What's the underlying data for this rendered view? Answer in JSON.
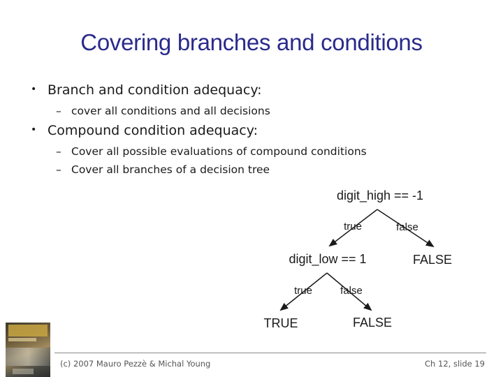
{
  "slide": {
    "title": "Covering branches and conditions",
    "bullets": [
      {
        "text": "Branch and condition adequacy:",
        "subitems": [
          "cover all conditions and all decisions"
        ]
      },
      {
        "text": "Compound condition adequacy:",
        "subitems": [
          "Cover all possible evaluations of compound conditions",
          "Cover all branches of a decision tree"
        ]
      }
    ],
    "bullet_symbol": "•",
    "dash_symbol": "–"
  },
  "tree": {
    "root": "digit_high == -1",
    "root_true_label": "true",
    "root_false_label": "false",
    "inner": "digit_low == 1",
    "root_false_leaf": "FALSE",
    "inner_true_label": "true",
    "inner_false_label": "false",
    "inner_true_leaf": "TRUE",
    "inner_false_leaf": "FALSE"
  },
  "footer": {
    "copyright": "(c) 2007 Mauro Pezzè & Michal Young",
    "slide_ref": "Ch 12, slide 19"
  }
}
